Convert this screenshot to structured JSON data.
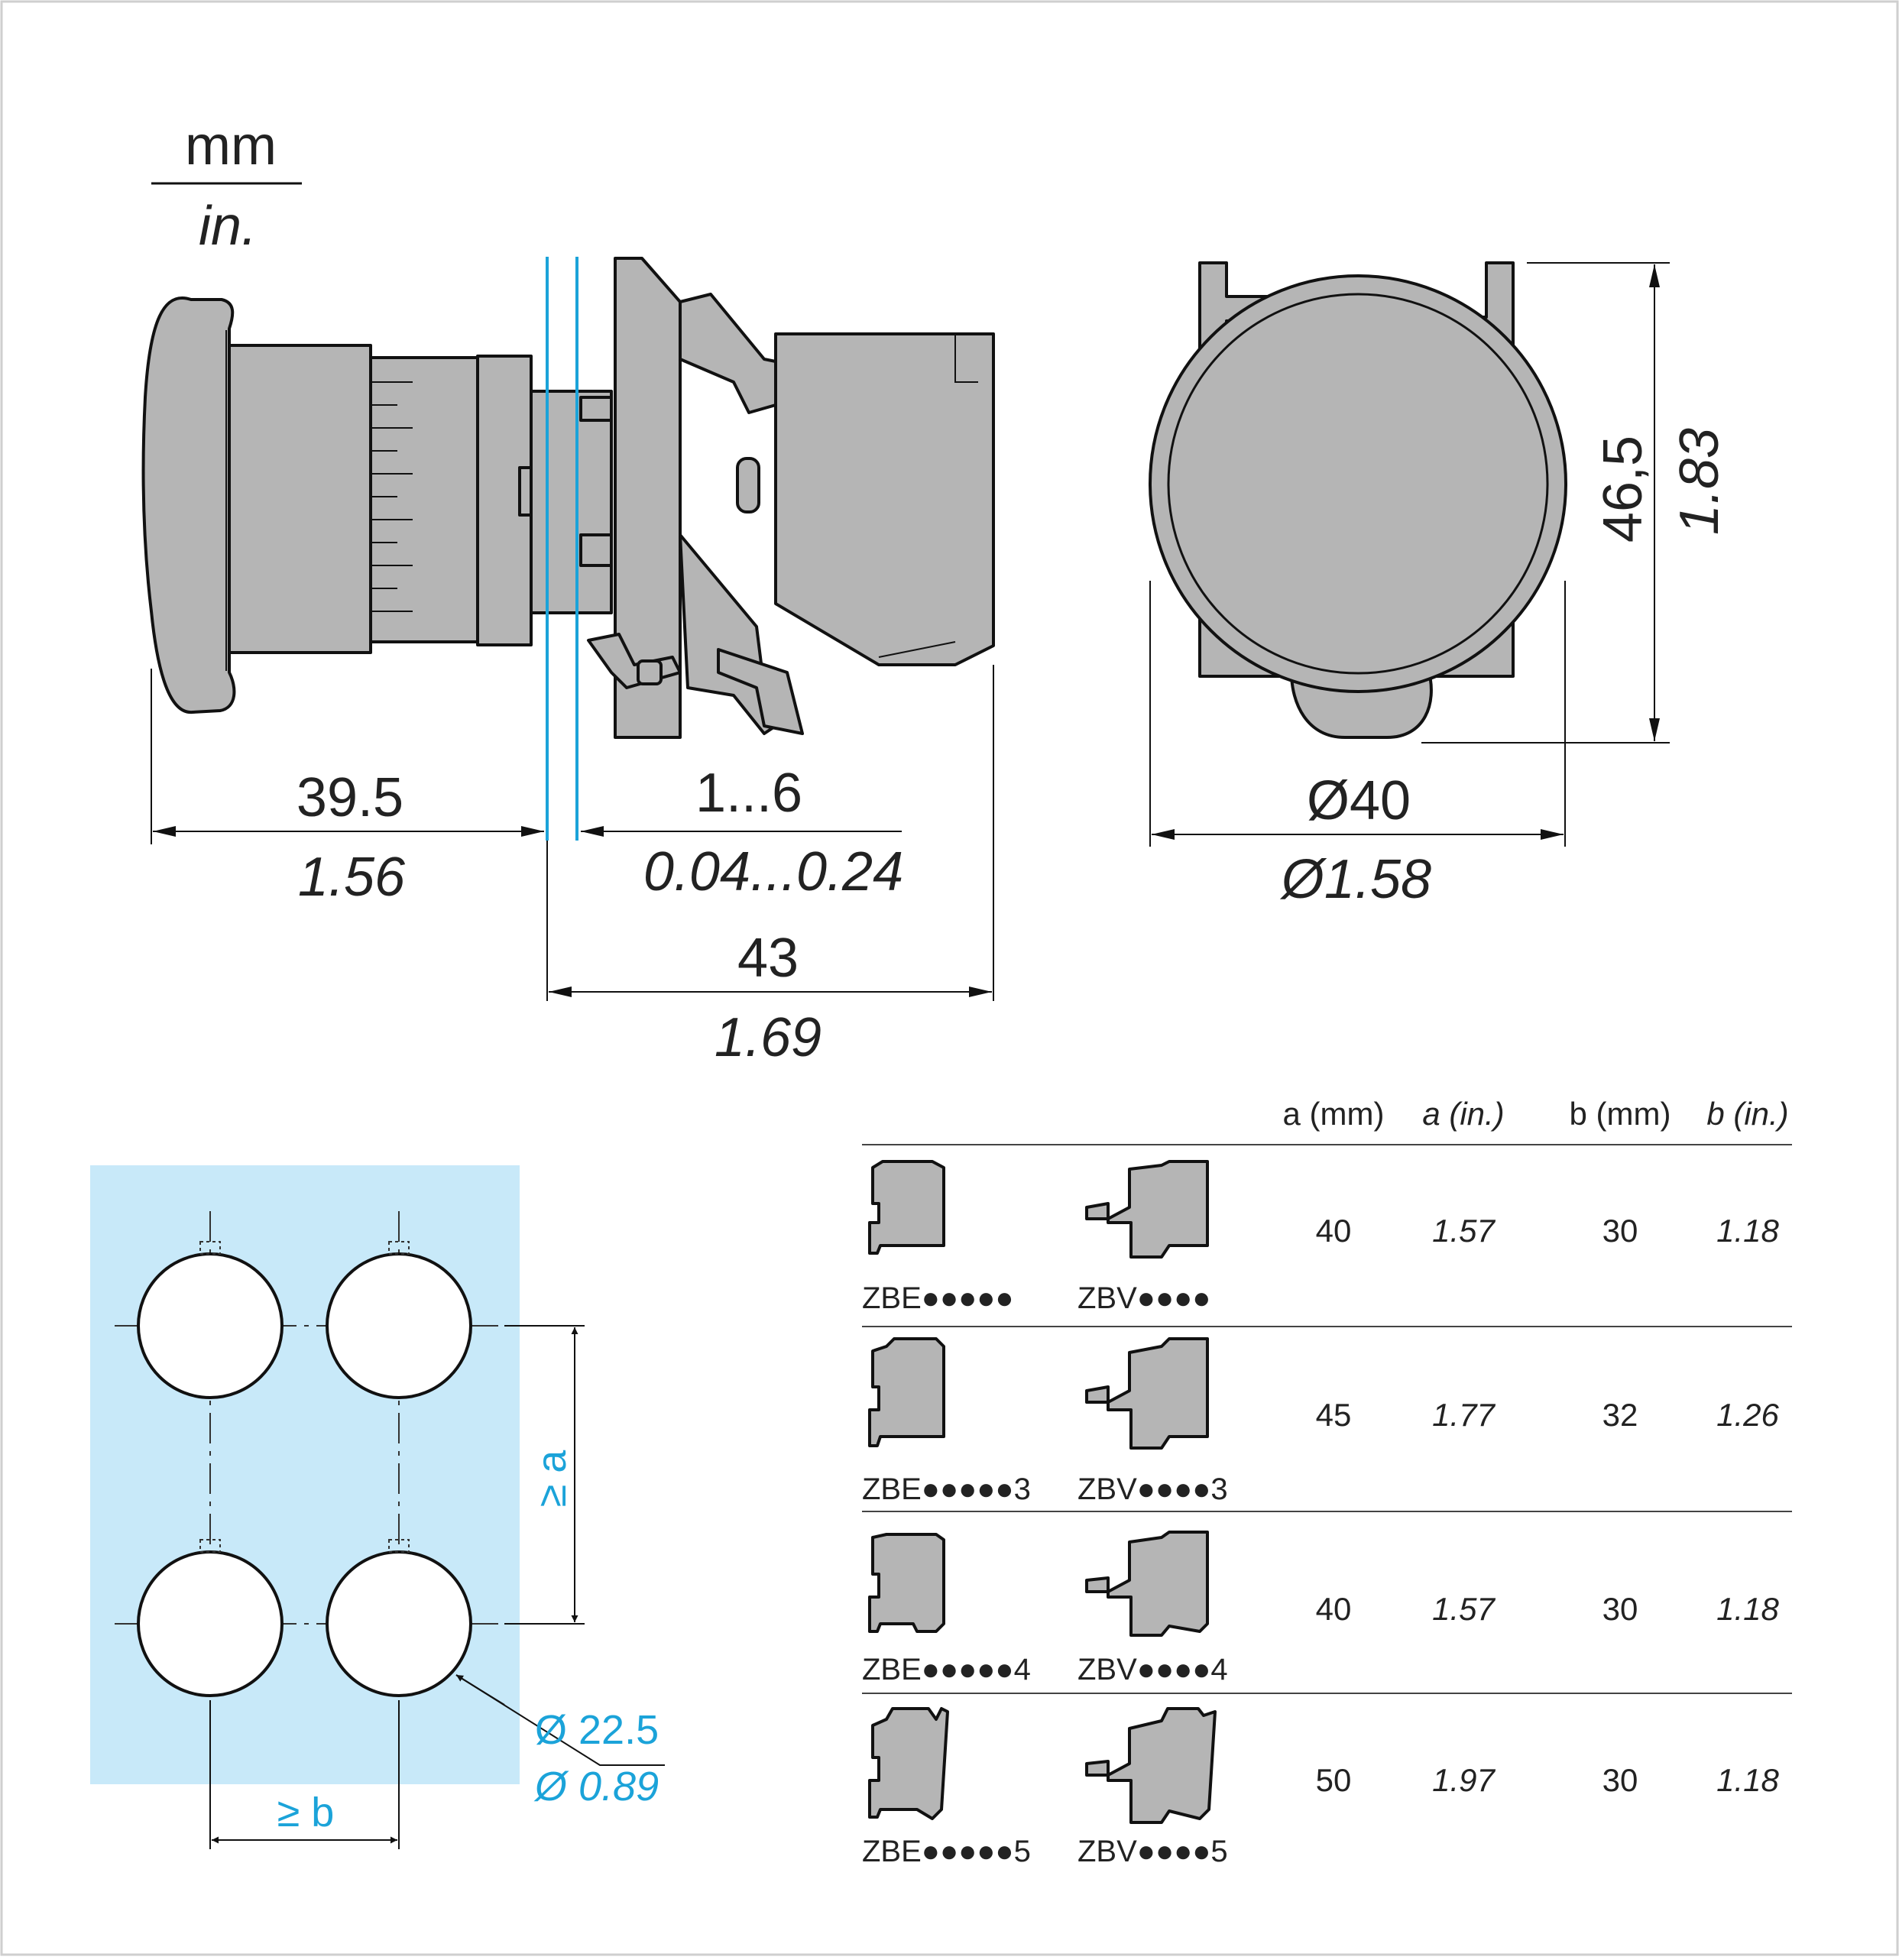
{
  "units": {
    "mm": "mm",
    "in": "in."
  },
  "side_view": {
    "head_length": {
      "mm": "39.5",
      "in": "1.56"
    },
    "panel_thickness": {
      "mm": "1...6",
      "in": "0.04...0.24"
    },
    "body_length": {
      "mm": "43",
      "in": "1.69"
    }
  },
  "front_view": {
    "diameter": {
      "mm": "Ø40",
      "in": "Ø1.58"
    },
    "height": {
      "mm": "46,5",
      "in": "1.83"
    }
  },
  "cutout": {
    "spacing_a": "≥ a",
    "spacing_b": "≥ b",
    "hole_diameter": {
      "mm": "Ø 22.5",
      "in": "Ø 0.89"
    },
    "panel_color": "#c8e9f9"
  },
  "table": {
    "headers": {
      "a_mm": "a (mm)",
      "a_in": "a (in.)",
      "b_mm": "b (mm)",
      "b_in": "b (in.)"
    },
    "rows": [
      {
        "ref_e": "ZBE●●●●●",
        "ref_v": "ZBV●●●●",
        "a_mm": "40",
        "a_in": "1.57",
        "b_mm": "30",
        "b_in": "1.18"
      },
      {
        "ref_e": "ZBE●●●●●3",
        "ref_v": "ZBV●●●●3",
        "a_mm": "45",
        "a_in": "1.77",
        "b_mm": "32",
        "b_in": "1.26"
      },
      {
        "ref_e": "ZBE●●●●●4",
        "ref_v": "ZBV●●●●4",
        "a_mm": "40",
        "a_in": "1.57",
        "b_mm": "30",
        "b_in": "1.18"
      },
      {
        "ref_e": "ZBE●●●●●5",
        "ref_v": "ZBV●●●●5",
        "a_mm": "50",
        "a_in": "1.97",
        "b_mm": "30",
        "b_in": "1.18"
      }
    ]
  },
  "colors": {
    "part_fill": "#b5b5b5",
    "accent": "#1ba3d9",
    "panel_fill": "#c8e9f9",
    "outline": "#111111"
  }
}
